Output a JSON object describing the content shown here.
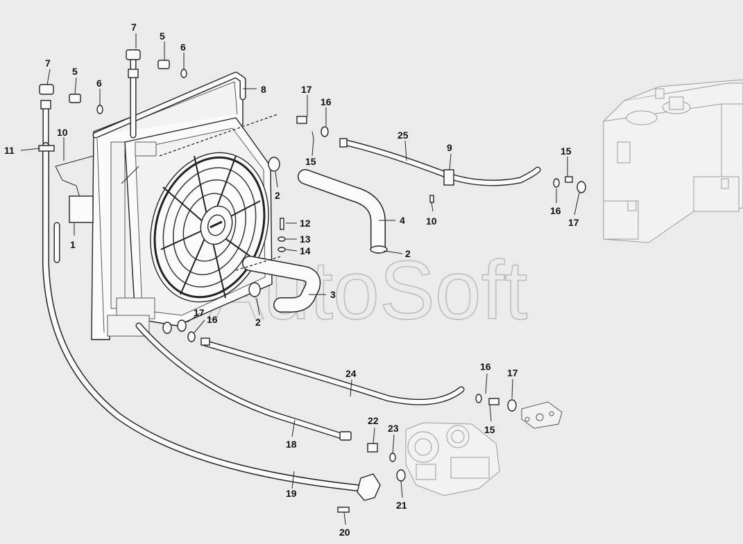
{
  "watermark": "AutoSoft",
  "callouts": {
    "c1": "1",
    "c2a": "2",
    "c2b": "2",
    "c2c": "2",
    "c3": "3",
    "c4": "4",
    "c5a": "5",
    "c5b": "5",
    "c6a": "6",
    "c6b": "6",
    "c7a": "7",
    "c7b": "7",
    "c8": "8",
    "c9": "9",
    "c10a": "10",
    "c10b": "10",
    "c11": "11",
    "c12": "12",
    "c13": "13",
    "c14": "14",
    "c15a": "15",
    "c15b": "15",
    "c15c": "15",
    "c16a": "16",
    "c16b": "16",
    "c16c": "16",
    "c16d": "16",
    "c17a": "17",
    "c17b": "17",
    "c17c": "17",
    "c17d": "17",
    "c18": "18",
    "c19": "19",
    "c20": "20",
    "c21": "21",
    "c22": "22",
    "c23": "23",
    "c24": "24",
    "c25": "25"
  },
  "colors": {
    "background": "#ebebeb",
    "line": "#222222",
    "ghost": "#9a9a9a",
    "watermark": "#bdbdbd"
  }
}
